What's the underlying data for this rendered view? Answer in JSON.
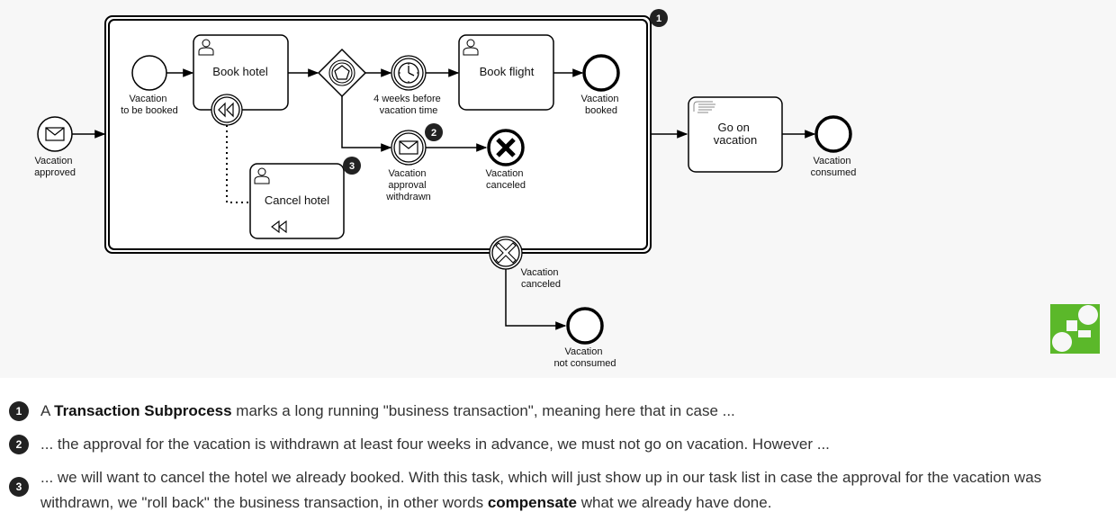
{
  "diagram": {
    "start_event": {
      "label_lines": [
        "Vacation",
        "approved"
      ]
    },
    "transaction": {
      "badge": "1"
    },
    "inner_start": {
      "label_lines": [
        "Vacation",
        "to be booked"
      ]
    },
    "book_hotel": {
      "label": "Book hotel"
    },
    "timer_event": {
      "label_lines": [
        "4 weeks before",
        "vacation time"
      ]
    },
    "book_flight": {
      "label": "Book flight"
    },
    "booked_end": {
      "label_lines": [
        "Vacation",
        "booked"
      ]
    },
    "withdrawn_event": {
      "label_lines": [
        "Vacation",
        "approval",
        "withdrawn"
      ],
      "badge": "2"
    },
    "canceled_end": {
      "label_lines": [
        "Vacation",
        "canceled"
      ]
    },
    "cancel_hotel": {
      "label": "Cancel hotel",
      "badge": "3"
    },
    "go_on_vacation": {
      "label_lines": [
        "Go on",
        "vacation"
      ]
    },
    "consumed_end": {
      "label_lines": [
        "Vacation",
        "consumed"
      ]
    },
    "cancel_boundary": {
      "label_lines": [
        "Vacation",
        "canceled"
      ]
    },
    "not_consumed_end": {
      "label_lines": [
        "Vacation",
        "not consumed"
      ]
    },
    "colors": {
      "logo": "#5bb82a",
      "badge": "#222222"
    }
  },
  "notes": [
    {
      "badge": "1",
      "pre": "A ",
      "bold": "Transaction Subprocess",
      "post": " marks a long running \"business transaction\", meaning here that in case ..."
    },
    {
      "badge": "2",
      "text": "... the approval for the vacation is withdrawn at least four weeks in advance, we must not go on vacation. However ..."
    },
    {
      "badge": "3",
      "pre": "... we will want to cancel the hotel we already booked. With this task, which will just show up in our task list in case the approval for the vacation was withdrawn, we \"roll back\" the business transaction, in other words ",
      "bold": "compensate",
      "post": " what we already have done."
    }
  ]
}
